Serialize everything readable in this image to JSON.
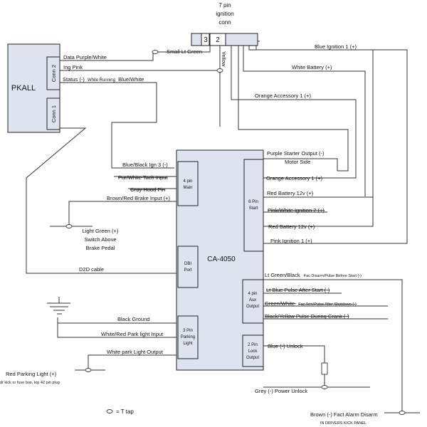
{
  "top_connector": {
    "title_line1": "7 pin",
    "title_line2": "ignition",
    "title_line3": "conn",
    "pin_a": "3",
    "pin_b": "2"
  },
  "pkall": {
    "label": "PKALL",
    "conn2": "Conn 2",
    "conn1": "Conn 1",
    "wire_data": "Data  Purple/White",
    "wire_ing": "Ing  Pink",
    "wire_status_a": "Status (-)",
    "wire_status_b": "While Running",
    "wire_status_c": "Blue/White",
    "small_lt_green": "Small Lt Green",
    "yellow": "Yellow"
  },
  "top_wires": {
    "blue_ignition": "Blue  Ignition 1 (+)",
    "white_battery": "White  Battery (+)",
    "orange_accessory": "Orange  Accessory 1 (+)"
  },
  "module": {
    "name": "CA-4050",
    "main_port": "4 pin\nMain",
    "dbi_port": "DBI\nPort",
    "parking_port": "3 Pin\nParking\nLight",
    "start_port": "6 Pin\nStart",
    "aux_port": "4 pin\nAux\nOutput",
    "lock_port": "2 Pin\nLock\nOutput"
  },
  "left_wires": {
    "blue_black": "Blue/Black  Ign 3 (-)",
    "pur_white_tach": "Pur/White  Tach Input",
    "gray_hood": "Gray  Hood Pin",
    "brown_red_brake": "Brown/Red  Brake Input (+)",
    "light_green_1": "Light Green (+)",
    "light_green_2": "Switch Above",
    "light_green_3": "Brake Pedal",
    "d2d_cable": "D2D cable",
    "black_ground": "Black  Ground",
    "white_red_park": "White/Red  Park light Input",
    "white_park_output": "White  park Light Output",
    "red_parking_1": "Red   Parking Light (+)",
    "red_parking_2": "dr kick or fuse box, top 42 pin plug"
  },
  "right_wires": {
    "purple_starter_1": "Purple  Starter Output (-)",
    "purple_starter_2": "Motor Side",
    "orange_acc": "Orange  Accessory 1 (+)",
    "red_batt_1": "Red  Battery 12v (+)",
    "pink_white_ign2": "Pink/White  Ignition 2 (+)",
    "red_batt_2": "Red  Battery 12v (+)",
    "pink_ign1": "Pink  Ignition 1 (+)",
    "ltgreen_black_a": "Lt Green/Black",
    "ltgreen_black_b": "Fac Disarm/Pulse Before Start (-)",
    "lt_blue_pulse": "Lt Blue  Pulse After Start (-)",
    "green_white_a": "Green/White",
    "green_white_b": "Fac Arm/Pulse After Shutdown (-)",
    "black_yellow": "Black/Yellow  Pulse During Crank (-)",
    "blue_unlock": "Blue (-) Unlock",
    "grey_power_unlock": "Grey (-) Power Unlock",
    "brown_fact_1": "Brown (-)  Fact Alarm Disarm",
    "brown_fact_2": "IN DRIVERS KICK PANEL"
  },
  "legend": {
    "t_tap": "= T tap"
  }
}
